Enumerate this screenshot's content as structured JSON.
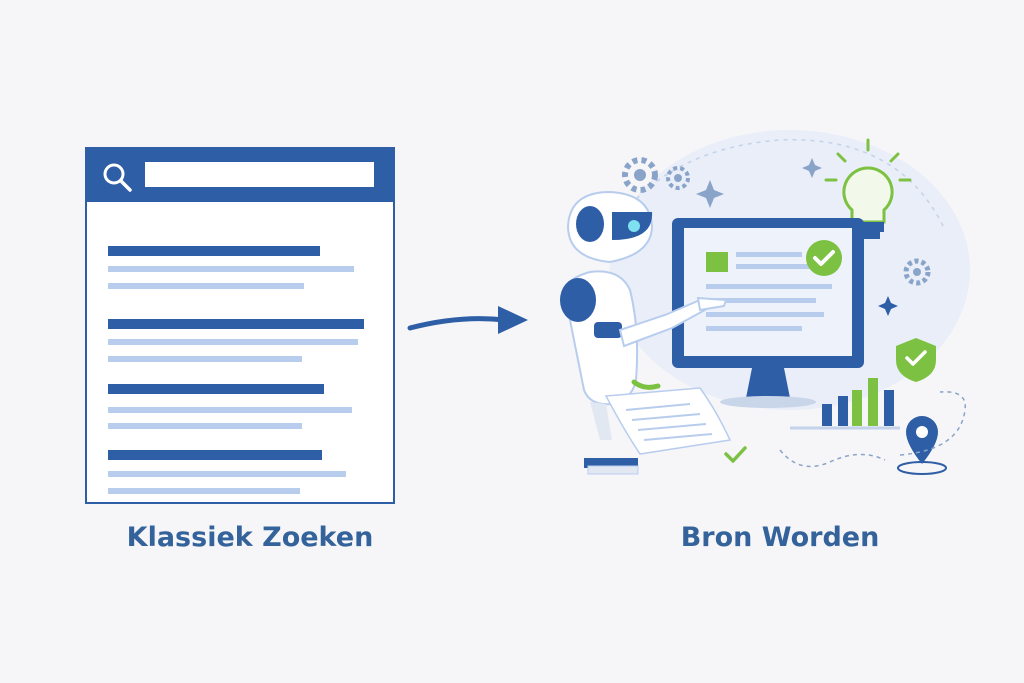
{
  "labels": {
    "left_caption": "Klassiek Zoeken",
    "right_caption": "Bron Worden"
  },
  "colors": {
    "primary_blue": "#2e5ea6",
    "light_blue": "#b8cdee",
    "accent_green": "#7cc142",
    "background": "#f6f6f8",
    "caption_blue": "#34639b"
  },
  "icons": {
    "search": "search-icon",
    "arrow": "arrow-right-icon",
    "robot": "robot-illustration",
    "monitor": "monitor-illustration",
    "lightbulb": "lightbulb-icon",
    "gear": "gear-icon",
    "check": "checkmark-icon",
    "location": "location-pin-icon",
    "bar_chart": "bar-chart-icon",
    "sparkle": "sparkle-icon"
  }
}
